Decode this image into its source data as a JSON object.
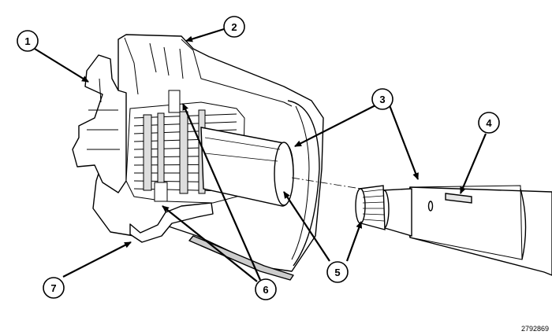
{
  "figure": {
    "code": "2792869",
    "callouts": [
      "1",
      "2",
      "3",
      "4",
      "5",
      "6",
      "7"
    ]
  }
}
